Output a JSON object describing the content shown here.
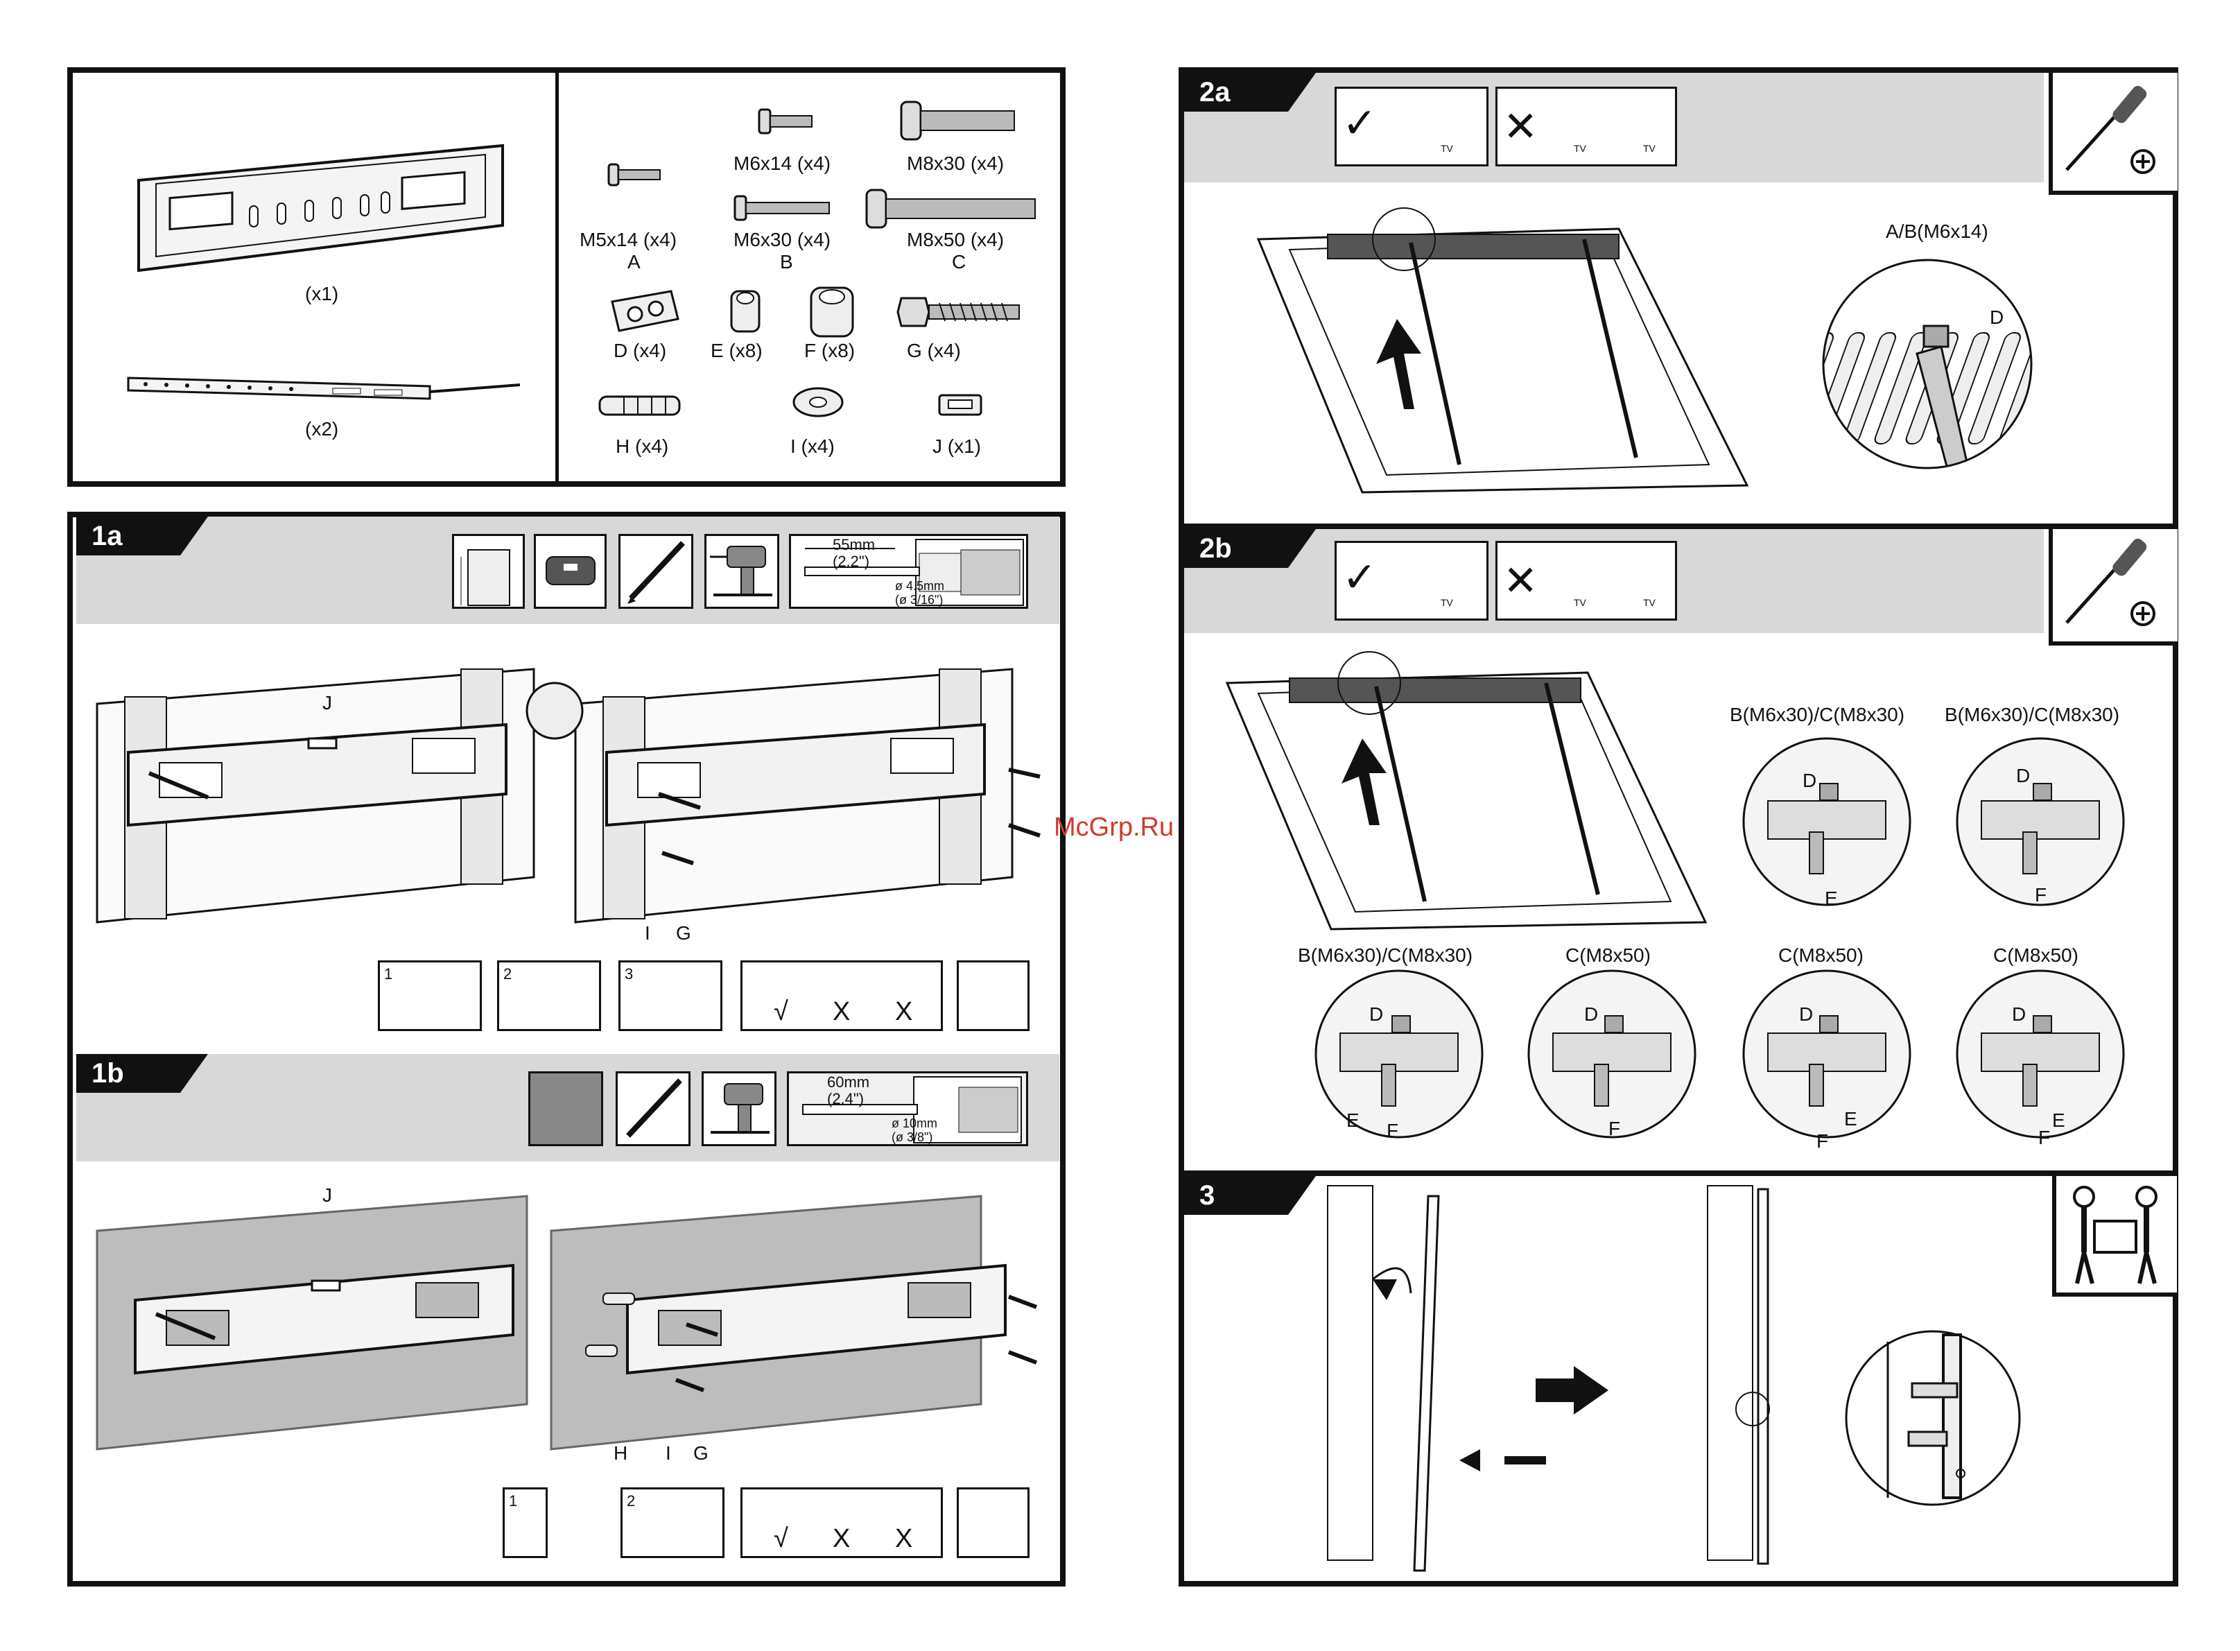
{
  "parts": {
    "wall_plate_qty": "(x1)",
    "arm_qty": "(x2)",
    "screws": [
      {
        "size": "M5x14 (x4)",
        "letter": "A"
      },
      {
        "size": "M6x14 (x4)",
        "letter": ""
      },
      {
        "size": "M6x30 (x4)",
        "letter": "B"
      },
      {
        "size": "M8x30 (x4)",
        "letter": ""
      },
      {
        "size": "M8x50 (x4)",
        "letter": "C"
      }
    ],
    "small": [
      {
        "label": "D (x4)"
      },
      {
        "label": "E (x8)"
      },
      {
        "label": "F (x8)"
      },
      {
        "label": "G (x4)"
      },
      {
        "label": "H (x4)"
      },
      {
        "label": "I (x4)"
      },
      {
        "label": "J (x1)"
      }
    ]
  },
  "step1a": {
    "tag": "1a",
    "drill_depth_mm": "55mm",
    "drill_depth_in": "(2.2\")",
    "drill_dia_mm": "ø 4.5mm",
    "drill_dia_in": "(ø 3/16\")",
    "label_j": "J",
    "label_i": "I",
    "label_g": "G",
    "steps": [
      "1",
      "2",
      "3"
    ],
    "check": "√",
    "cross1": "X",
    "cross2": "X"
  },
  "step1b": {
    "tag": "1b",
    "drill_depth_mm": "60mm",
    "drill_depth_in": "(2.4\")",
    "drill_dia_mm": "ø 10mm",
    "drill_dia_in": "(ø 3/8\")",
    "label_j": "J",
    "label_h": "H",
    "label_i": "I",
    "label_g": "G",
    "steps": [
      "1",
      "2"
    ],
    "check": "√",
    "cross1": "X",
    "cross2": "X"
  },
  "step2a": {
    "tag": "2a",
    "tv_label": "TV",
    "detail_label": "A/B(M6x14)",
    "detail_d": "D"
  },
  "step2b": {
    "tag": "2b",
    "tv_label": "TV",
    "details": [
      {
        "title": "B(M6x30)/C(M8x30)",
        "d": "D",
        "e": "E",
        "f": ""
      },
      {
        "title": "B(M6x30)/C(M8x30)",
        "d": "D",
        "e": "",
        "f": "F"
      },
      {
        "title": "B(M6x30)/C(M8x30)",
        "d": "D",
        "e": "E",
        "f": "F"
      },
      {
        "title": "C(M8x50)",
        "d": "D",
        "e": "",
        "f": "F"
      },
      {
        "title": "C(M8x50)",
        "d": "D",
        "e": "E",
        "f": "F"
      },
      {
        "title": "C(M8x50)",
        "d": "D",
        "e": "E",
        "f": "F"
      }
    ]
  },
  "step3": {
    "tag": "3"
  },
  "watermark": "McGrp.Ru"
}
